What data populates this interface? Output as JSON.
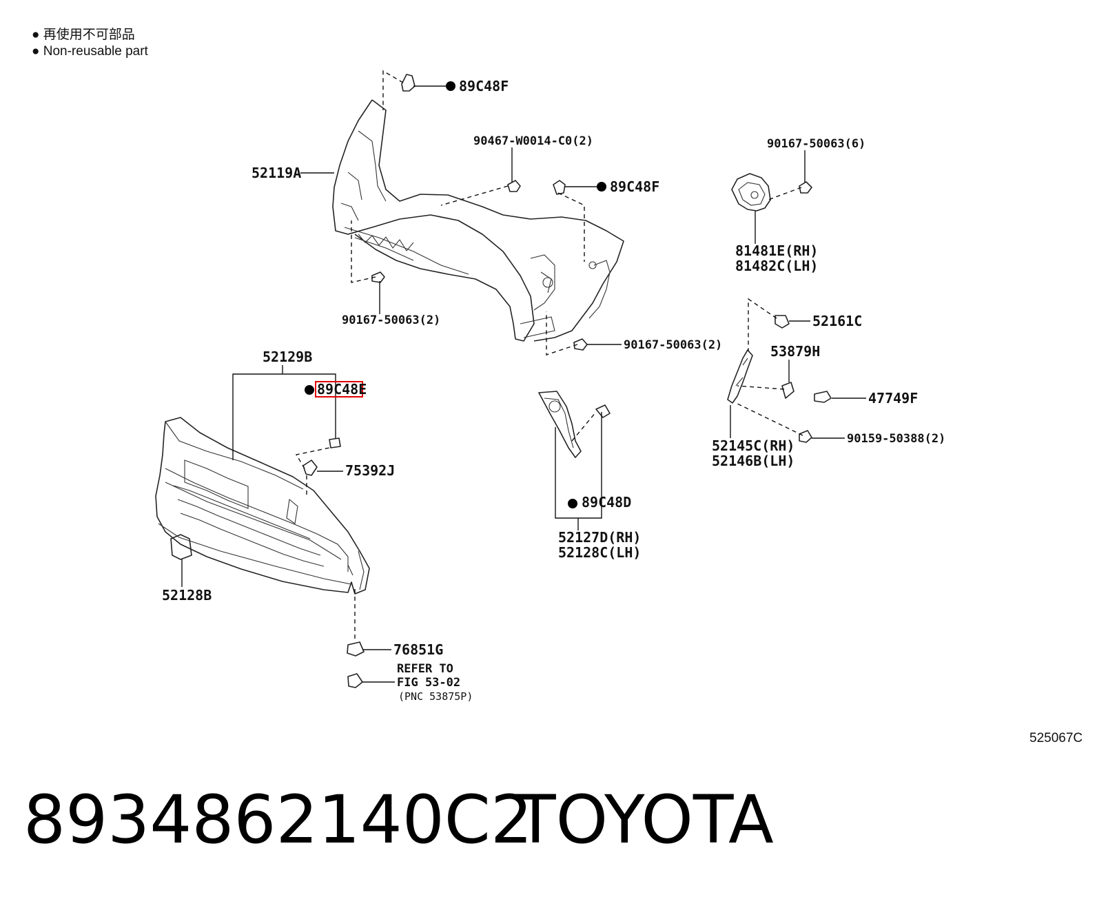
{
  "legend": {
    "line1": "● 再使用不可部品",
    "line2": "● Non-reusable part"
  },
  "labels": {
    "a_89c48f_top": "89C48F",
    "a_90467": "90467-W0014-C0(2)",
    "a_89c48f_mid": "89C48F",
    "a_52119a": "52119A",
    "a_90167_2a": "90167-50063(2)",
    "a_90167_2b": "90167-50063(2)",
    "a_90167_6": "90167-50063(6)",
    "a_81481e": "81481E(RH)",
    "a_81482c": "81482C(LH)",
    "a_52161c": "52161C",
    "a_53879h": "53879H",
    "a_47749f": "47749F",
    "a_90159": "90159-50388(2)",
    "a_52145c": "52145C(RH)",
    "a_52146b": "52146B(LH)",
    "a_52129b": "52129B",
    "a_89c48e": "89C48E",
    "a_75392j": "75392J",
    "a_52128b": "52128B",
    "a_89c48d": "89C48D",
    "a_52127d": "52127D(RH)",
    "a_52128c": "52128C(LH)",
    "a_76851g": "76851G",
    "a_refer1": "REFER TO",
    "a_refer2": "FIG 53-02",
    "a_pnc": "(PNC 53875P)"
  },
  "figure_code": "525067C",
  "banner": {
    "part_number": "8934862140C2",
    "brand": "TOYOTA"
  }
}
